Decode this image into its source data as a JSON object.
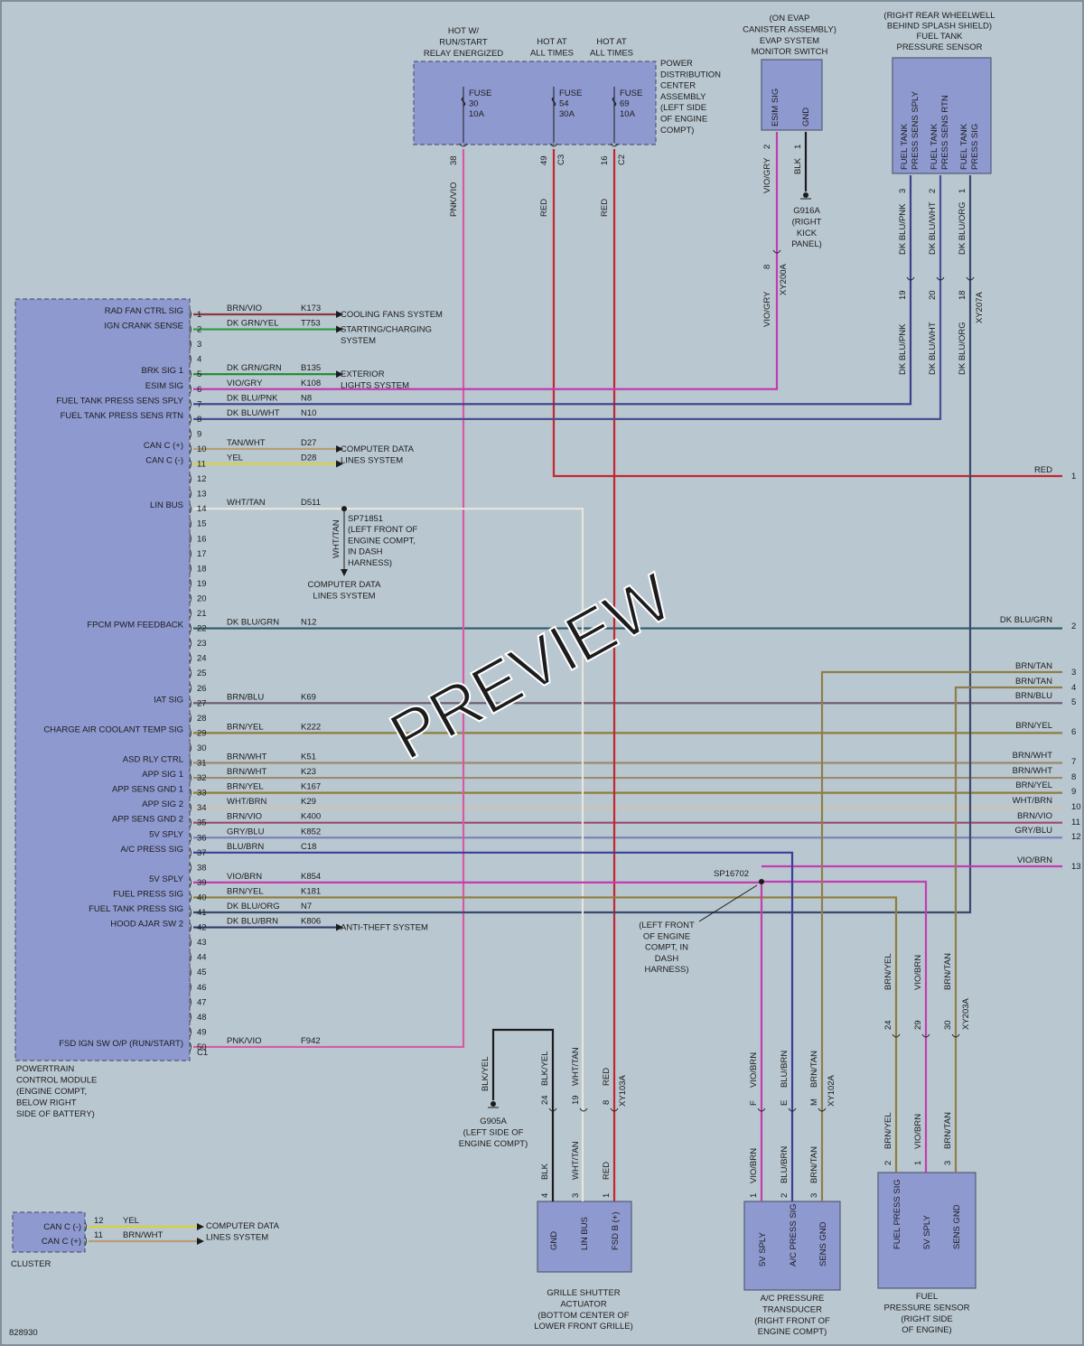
{
  "drawing_number": "828930",
  "watermark": "PREVIEW",
  "colors": {
    "background": "#b9c7d0",
    "module": "#8e99cf"
  },
  "pcm": {
    "labels": [
      "POWERTRAIN",
      "CONTROL MODULE",
      "(ENGINE COMPT,",
      "BELOW RIGHT",
      "SIDE OF BATTERY)"
    ],
    "connector": "C1",
    "pins": [
      {
        "pin": "1",
        "signal": "RAD FAN CTRL SIG",
        "wire": "BRN/VIO",
        "circuit": "K173",
        "dest": "COOLING FANS SYSTEM",
        "color": "#8a3a3a"
      },
      {
        "pin": "2",
        "signal": "IGN CRANK SENSE",
        "wire": "DK GRN/YEL",
        "circuit": "T753",
        "dest": "STARTING/CHARGING|SYSTEM",
        "color": "#2f9a3a"
      },
      {
        "pin": "3"
      },
      {
        "pin": "4"
      },
      {
        "pin": "5",
        "signal": "BRK SIG 1",
        "wire": "DK GRN/GRN",
        "circuit": "B135",
        "dest": "EXTERIOR|LIGHTS SYSTEM",
        "color": "#1f8a2a"
      },
      {
        "pin": "6",
        "signal": "ESIM SIG",
        "wire": "VIO/GRY",
        "circuit": "K108",
        "color": "#c23db0"
      },
      {
        "pin": "7",
        "signal": "FUEL TANK PRESS SENS SPLY",
        "wire": "DK BLU/PNK",
        "circuit": "N8",
        "color": "#3d3f8a"
      },
      {
        "pin": "8",
        "signal": "FUEL TANK PRESS SENS RTN",
        "wire": "DK BLU/WHT",
        "circuit": "N10",
        "color": "#4a4e92"
      },
      {
        "pin": "9"
      },
      {
        "pin": "10",
        "signal": "CAN C (+)",
        "wire": "TAN/WHT",
        "circuit": "D27",
        "dest": "COMPUTER DATA|LINES SYSTEM",
        "color": "#b89c72"
      },
      {
        "pin": "11",
        "signal": "CAN C (-)",
        "wire": "YEL",
        "circuit": "D28",
        "color": "#d6d33a"
      },
      {
        "pin": "12"
      },
      {
        "pin": "13"
      },
      {
        "pin": "14",
        "signal": "LIN BUS",
        "wire": "WHT/TAN",
        "circuit": "D511",
        "color": "#e7e4dc"
      },
      {
        "pin": "15"
      },
      {
        "pin": "16"
      },
      {
        "pin": "17"
      },
      {
        "pin": "18"
      },
      {
        "pin": "19"
      },
      {
        "pin": "20"
      },
      {
        "pin": "21"
      },
      {
        "pin": "22",
        "signal": "FPCM PWM FEEDBACK",
        "wire": "DK BLU/GRN",
        "circuit": "N12",
        "color": "#2f5a6a"
      },
      {
        "pin": "23"
      },
      {
        "pin": "24"
      },
      {
        "pin": "25"
      },
      {
        "pin": "26"
      },
      {
        "pin": "27",
        "signal": "IAT SIG",
        "wire": "BRN/BLU",
        "circuit": "K69",
        "color": "#6a5a6e"
      },
      {
        "pin": "28"
      },
      {
        "pin": "29",
        "signal": "CHARGE AIR COOLANT TEMP SIG",
        "wire": "BRN/YEL",
        "circuit": "K222",
        "color": "#8e7e3a"
      },
      {
        "pin": "30"
      },
      {
        "pin": "31",
        "signal": "ASD RLY CTRL",
        "wire": "BRN/WHT",
        "circuit": "K51",
        "color": "#9a8a6a"
      },
      {
        "pin": "32",
        "signal": "APP SIG 1",
        "wire": "BRN/WHT",
        "circuit": "K23",
        "color": "#9a8a6a"
      },
      {
        "pin": "33",
        "signal": "APP SENS GND 1",
        "wire": "BRN/YEL",
        "circuit": "K167",
        "color": "#8e7e3a"
      },
      {
        "pin": "34",
        "signal": "APP SIG 2",
        "wire": "WHT/BRN",
        "circuit": "K29",
        "color": "#cfc3ad"
      },
      {
        "pin": "35",
        "signal": "APP SENS GND 2",
        "wire": "BRN/VIO",
        "circuit": "K400",
        "color": "#9a4a6a"
      },
      {
        "pin": "36",
        "signal": "5V SPLY",
        "wire": "GRY/BLU",
        "circuit": "K852",
        "color": "#7a82b8"
      },
      {
        "pin": "37",
        "signal": "A/C PRESS SIG",
        "wire": "BLU/BRN",
        "circuit": "C18",
        "color": "#3a3f9a"
      },
      {
        "pin": "38"
      },
      {
        "pin": "39",
        "signal": "5V SPLY",
        "wire": "VIO/BRN",
        "circuit": "K854",
        "color": "#c23db0"
      },
      {
        "pin": "40",
        "signal": "FUEL PRESS SIG",
        "wire": "BRN/YEL",
        "circuit": "K181",
        "color": "#8e7e3a"
      },
      {
        "pin": "41",
        "signal": "FUEL TANK PRESS SIG",
        "wire": "DK BLU/ORG",
        "circuit": "N7",
        "color": "#3a4a6a"
      },
      {
        "pin": "42",
        "signal": "HOOD AJAR SW 2",
        "wire": "DK BLU/BRN",
        "circuit": "K806",
        "dest": "ANTI-THEFT SYSTEM",
        "color": "#333a6a"
      },
      {
        "pin": "43"
      },
      {
        "pin": "44"
      },
      {
        "pin": "45"
      },
      {
        "pin": "46"
      },
      {
        "pin": "47"
      },
      {
        "pin": "48"
      },
      {
        "pin": "49"
      },
      {
        "pin": "50",
        "signal": "FSD IGN SW O/P (RUN/START)",
        "wire": "PNK/VIO",
        "circuit": "F942",
        "color": "#d65aa3"
      }
    ]
  },
  "right_edge": [
    {
      "label": "RED",
      "num": "1"
    },
    {
      "label": "DK BLU/GRN",
      "num": "2"
    },
    {
      "label": "BRN/TAN",
      "num": "3"
    },
    {
      "label": "BRN/TAN",
      "num": "4"
    },
    {
      "label": "BRN/BLU",
      "num": "5"
    },
    {
      "label": "BRN/YEL",
      "num": "6"
    },
    {
      "label": "BRN/WHT",
      "num": "7"
    },
    {
      "label": "BRN/WHT",
      "num": "8"
    },
    {
      "label": "BRN/YEL",
      "num": "9"
    },
    {
      "label": "WHT/BRN",
      "num": "10"
    },
    {
      "label": "BRN/VIO",
      "num": "11"
    },
    {
      "label": "GRY/BLU",
      "num": "12"
    },
    {
      "label": "VIO/BRN",
      "num": "13"
    }
  ],
  "pdc": {
    "labels": [
      "POWER",
      "DISTRIBUTION",
      "CENTER",
      "ASSEMBLY",
      "(LEFT SIDE",
      "OF ENGINE",
      "COMPT)"
    ],
    "heads": [
      [
        "HOT W/",
        "RUN/START",
        "RELAY ENERGIZED"
      ],
      [
        "HOT AT",
        "ALL TIMES"
      ],
      [
        "HOT AT",
        "ALL TIMES"
      ]
    ],
    "fuses": [
      [
        "FUSE",
        "30",
        "10A"
      ],
      [
        "FUSE",
        "54",
        "30A"
      ],
      [
        "FUSE",
        "69",
        "10A"
      ]
    ],
    "pins": [
      {
        "pin": "38",
        "conn": "",
        "wire": "PNK/VIO"
      },
      {
        "pin": "49",
        "conn": "C3",
        "wire": "RED"
      },
      {
        "pin": "16",
        "conn": "C2",
        "wire": "RED"
      }
    ]
  },
  "evap": {
    "labels": [
      "(ON EVAP",
      "CANISTER ASSEMBLY)",
      "EVAP SYSTEM",
      "MONITOR SWITCH"
    ],
    "terms": [
      "ESIM SIG",
      "GND"
    ],
    "pins": [
      "2",
      "1"
    ],
    "wires": [
      "VIO/GRY",
      "BLK"
    ],
    "ground": [
      "G916A",
      "(RIGHT",
      "KICK",
      "PANEL)"
    ],
    "inline": {
      "pin": "8",
      "conn": "XY200A"
    },
    "lower_wire": "VIO/GRY"
  },
  "ftps": {
    "labels": [
      "(RIGHT REAR WHEELWELL",
      "BEHIND SPLASH SHIELD)",
      "FUEL TANK",
      "PRESSURE SENSOR"
    ],
    "terms": [
      [
        "FUEL TANK",
        "PRESS SENS SPLY"
      ],
      [
        "FUEL TANK",
        "PRESS SENS RTN"
      ],
      [
        "FUEL TANK",
        "PRESS SIG"
      ]
    ],
    "pins": [
      "3",
      "2",
      "1"
    ],
    "wires": [
      "DK BLU/PNK",
      "DK BLU/WHT",
      "DK BLU/ORG"
    ],
    "inline_pins": [
      "19",
      "20",
      "18"
    ],
    "inline_conn": "XY207A"
  },
  "splice1": {
    "id": "SP71851",
    "labels": [
      "(LEFT FRONT OF",
      "ENGINE COMPT,",
      "IN DASH",
      "HARNESS)"
    ],
    "wire": "WHT/TAN",
    "dest": [
      "COMPUTER DATA",
      "LINES SYSTEM"
    ]
  },
  "splice2": {
    "id": "SP16702",
    "labels": [
      "(LEFT FRONT",
      "OF ENGINE",
      "COMPT, IN",
      "DASH",
      "HARNESS)"
    ]
  },
  "gsa": {
    "labels": [
      "GRILLE SHUTTER",
      "ACTUATOR",
      "(BOTTOM CENTER OF",
      "LOWER FRONT GRILLE)"
    ],
    "terms": [
      "GND",
      "LIN BUS",
      "FSD B (+)"
    ],
    "pins": [
      "4",
      "3",
      "1"
    ],
    "wires": [
      "BLK",
      "WHT/TAN",
      "RED"
    ],
    "inline_pins": [
      "24",
      "19",
      "8"
    ],
    "inline_wires": [
      "BLK/YEL",
      "WHT/TAN",
      "RED"
    ],
    "inline_conn": "XY103A",
    "ground": [
      "G905A",
      "(LEFT SIDE OF",
      "ENGINE COMPT)"
    ],
    "ground_wire": "BLK/YEL"
  },
  "acpt": {
    "labels": [
      "A/C PRESSURE",
      "TRANSDUCER",
      "(RIGHT FRONT OF",
      "ENGINE COMPT)"
    ],
    "terms": [
      "5V SPLY",
      "A/C PRESS SIG",
      "SENS GND"
    ],
    "pins": [
      "1",
      "2",
      "3"
    ],
    "wires": [
      "VIO/BRN",
      "BLU/BRN",
      "BRN/TAN"
    ],
    "inline_pins": [
      "F",
      "E",
      "M"
    ],
    "inline_wires": [
      "VIO/BRN",
      "BLU/BRN",
      "BRN/TAN"
    ],
    "inline_conn": "XY102A"
  },
  "fps": {
    "labels": [
      "FUEL",
      "PRESSURE SENSOR",
      "(RIGHT SIDE",
      "OF ENGINE)"
    ],
    "terms": [
      "FUEL PRESS SIG",
      "5V SPLY",
      "SENS GND"
    ],
    "pins": [
      "2",
      "1",
      "3"
    ],
    "wires": [
      "BRN/YEL",
      "VIO/BRN",
      "BRN/TAN"
    ],
    "inline_pins": [
      "24",
      "29",
      "30"
    ],
    "inline_wires": [
      "BRN/YEL",
      "VIO/BRN",
      "BRN/TAN"
    ],
    "inline_conn": "XY203A"
  },
  "cluster": {
    "label": "CLUSTER",
    "terms": [
      "CAN C (-)",
      "CAN C (+)"
    ],
    "pins": [
      "12",
      "11"
    ],
    "wires": [
      "YEL",
      "BRN/WHT"
    ],
    "dest": [
      "COMPUTER DATA",
      "LINES SYSTEM"
    ]
  }
}
